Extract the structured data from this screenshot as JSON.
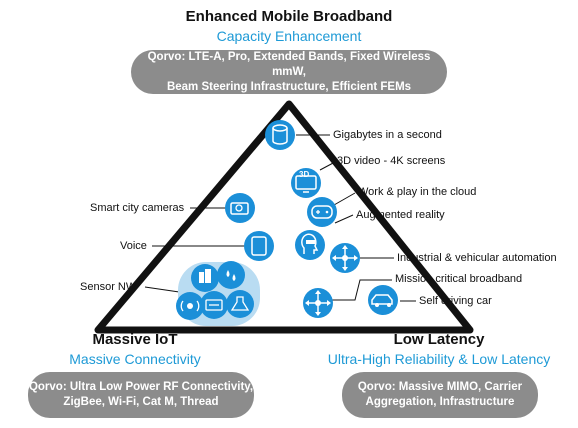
{
  "top": {
    "title": "Enhanced Mobile Broadband",
    "subtitle": "Capacity Enhancement",
    "pill_brand": "Qorvo:",
    "pill_line1": "LTE-A, Pro, Extended Bands, Fixed Wireless mmW,",
    "pill_line2": "Beam Steering Infrastructure, Efficient FEMs"
  },
  "left": {
    "title": "Massive IoT",
    "subtitle": "Massive Connectivity",
    "pill_brand": "Qorvo:",
    "pill_line1": "Ultra Low Power RF Connectivity,",
    "pill_line2": "ZigBee, Wi-Fi, Cat M, Thread"
  },
  "right": {
    "title": "Low Latency",
    "subtitle": "Ultra-High Reliability & Low Latency",
    "pill_brand": "Qorvo:",
    "pill_line1": "Massive MIMO, Carrier",
    "pill_line2": "Aggregation, Infrastructure"
  },
  "labels": {
    "gigabytes": "Gigabytes in a second",
    "video3d": "3D video - 4K screens",
    "work_play": "Work & play in the cloud",
    "ar": "Augmented reality",
    "industrial": "Industrial & vehicular automation",
    "mission": "Mission critical broadband",
    "self_driving": "Self driving car",
    "smart_city": "Smart city cameras",
    "voice": "Voice",
    "sensor": "Sensor NW"
  },
  "icon_text": {
    "threed": "3D"
  },
  "colors": {
    "accent": "#1e9ad6",
    "icon_fill": "#1b8fd8",
    "cluster_bg": "#b9dcf2",
    "pill": "#8c8c8c"
  }
}
